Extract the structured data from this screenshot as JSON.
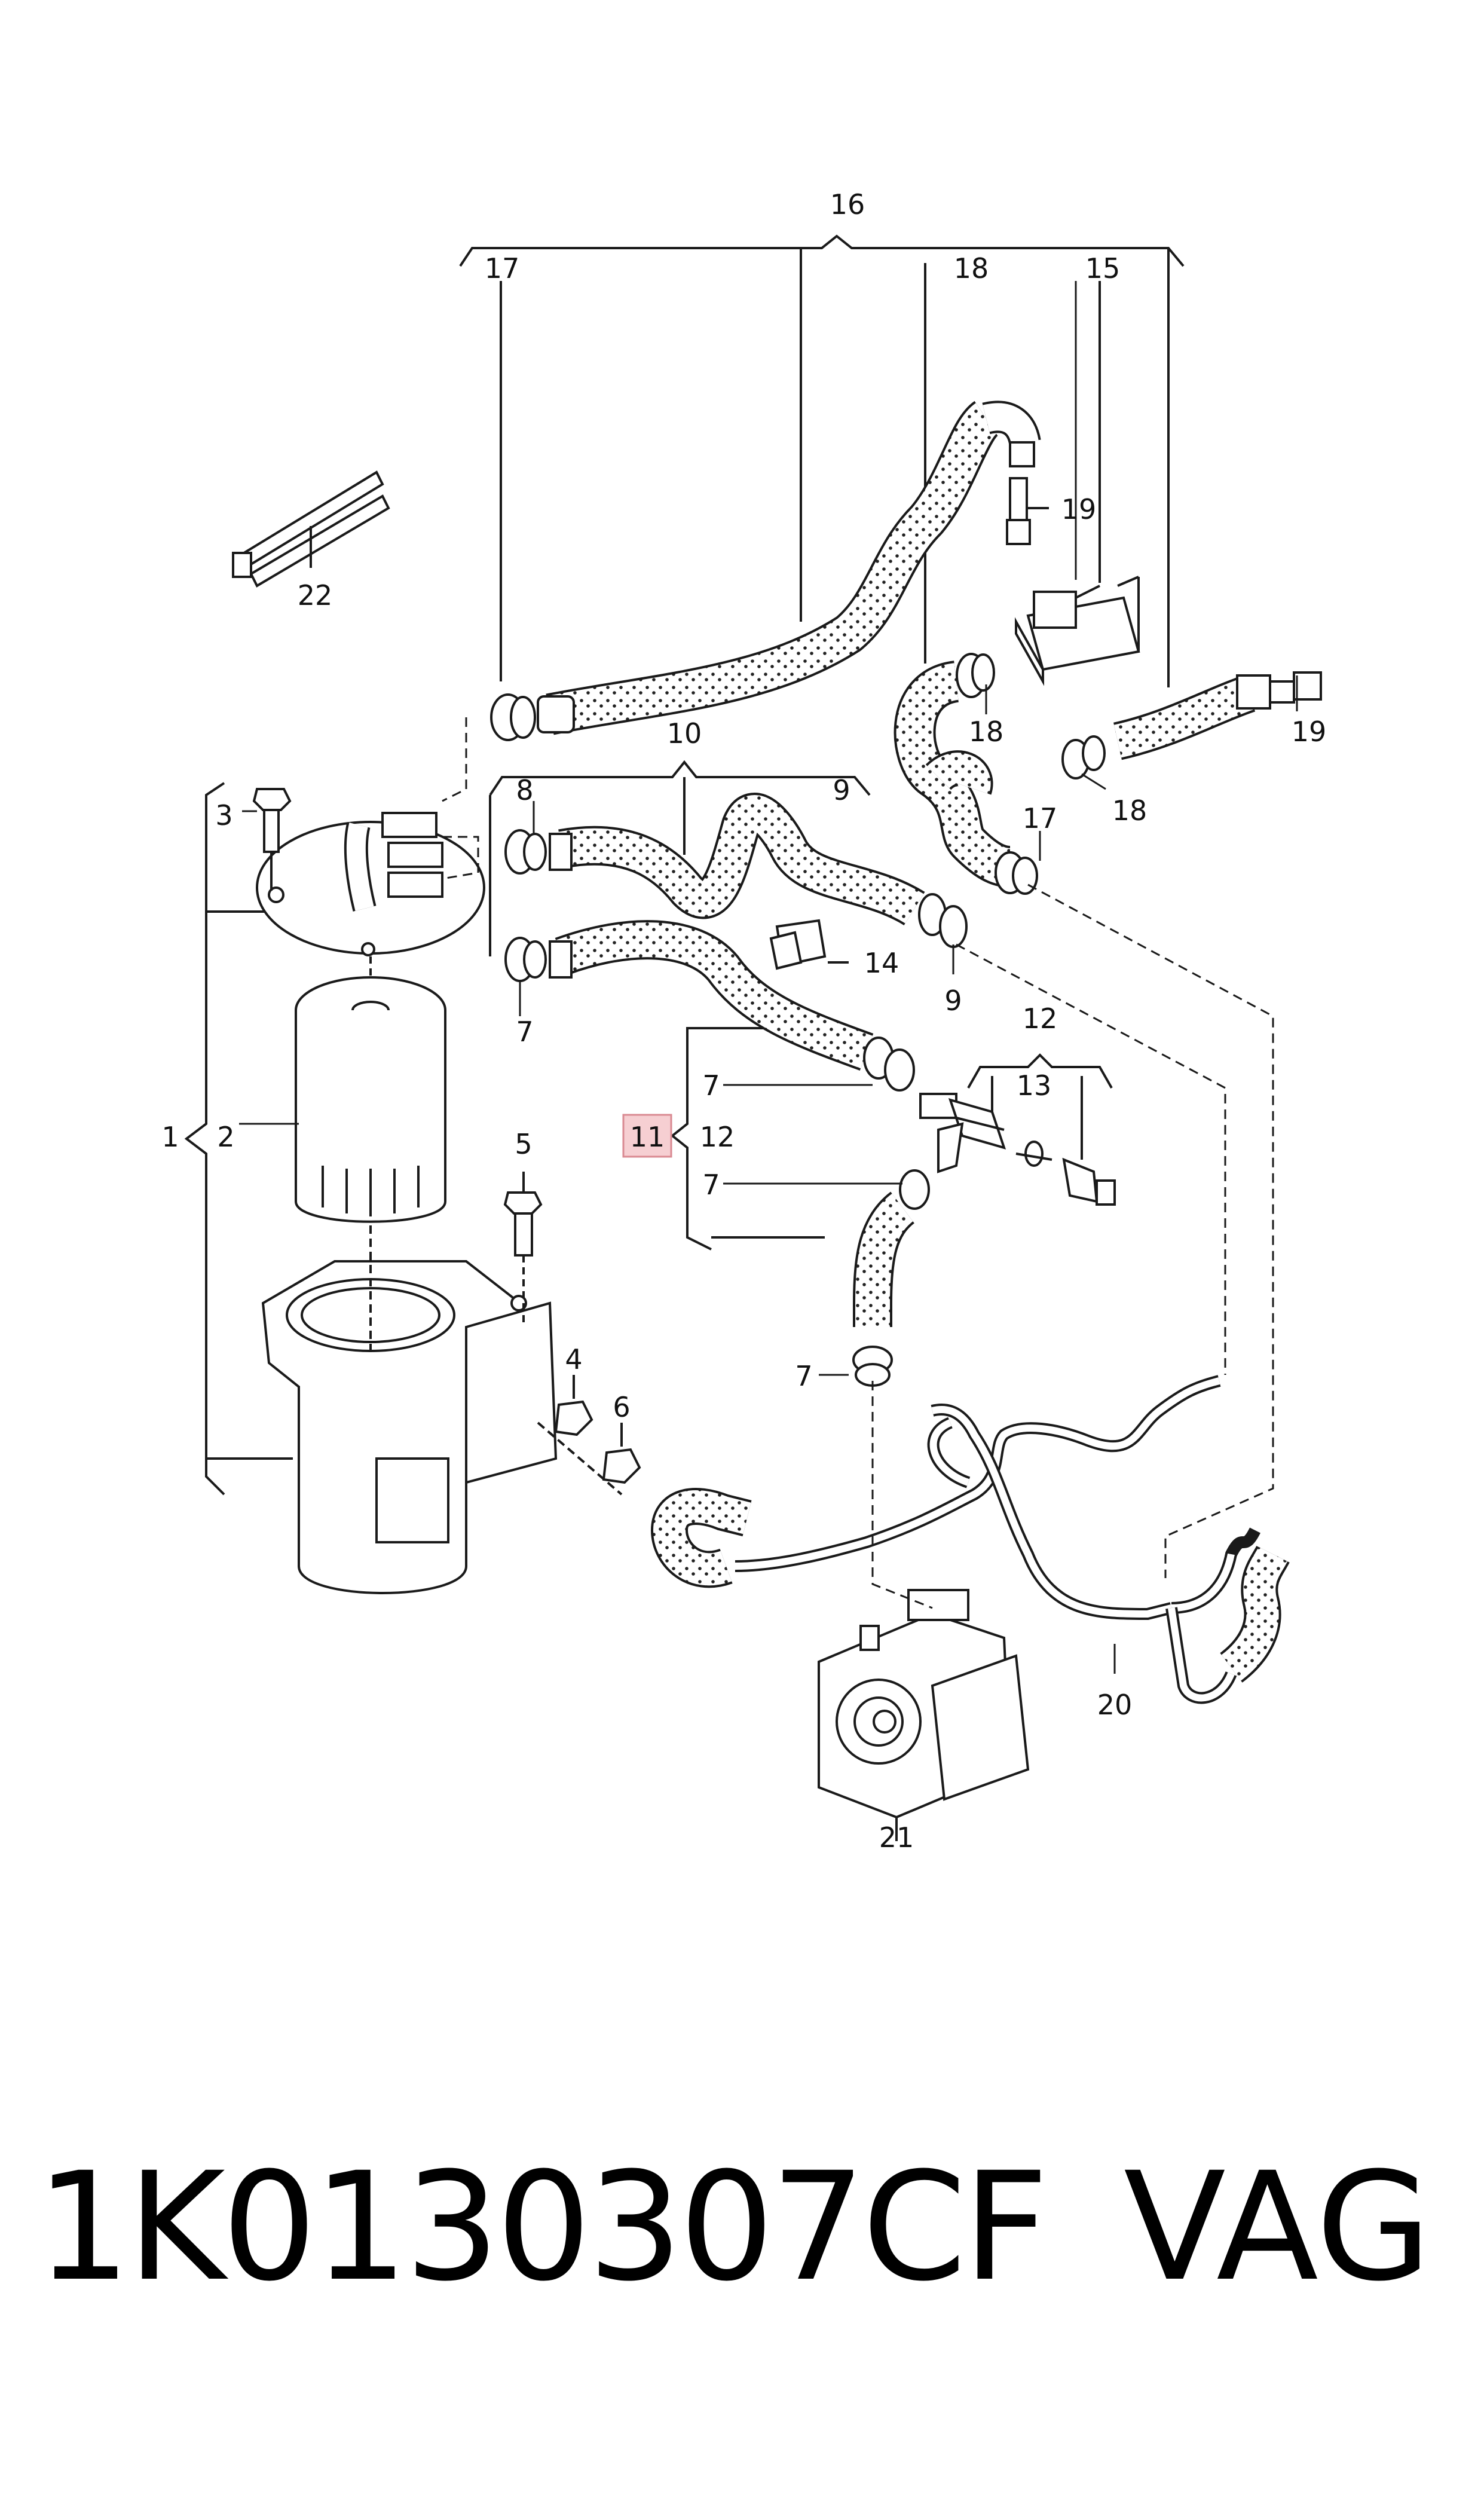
{
  "callouts": {
    "c1": "1",
    "c2": "2",
    "c3": "3",
    "c4": "4",
    "c5": "5",
    "c6": "6",
    "c7": "7",
    "c8": "8",
    "c9": "9",
    "c10": "10",
    "c11": "11",
    "c12": "12",
    "c13": "13",
    "c14": "14",
    "c15": "15",
    "c16": "16",
    "c17": "17",
    "c18": "18",
    "c19": "19",
    "c20": "20",
    "c21": "21",
    "c22": "22"
  },
  "footer": {
    "part_number": "1K0130307CF",
    "brand": "VAG"
  },
  "colors": {
    "line": "#1a1a1a",
    "highlight_fill": "#f6cfd2",
    "highlight_stroke": "#d98a92"
  }
}
